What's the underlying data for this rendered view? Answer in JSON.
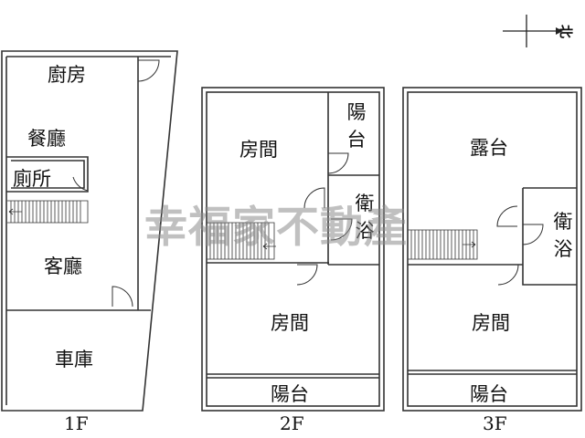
{
  "compass": {
    "label": "北",
    "icon": "north-arrow-icon"
  },
  "watermark": "幸福家不動產",
  "floors": [
    {
      "name": "1F",
      "rooms": {
        "kitchen": "廚房",
        "dining": "餐廳",
        "toilet": "廁所",
        "living": "客廳",
        "garage": "車庫"
      }
    },
    {
      "name": "2F",
      "rooms": {
        "bedroom_top": "房間",
        "balcony_top": "陽台",
        "bathroom": "衛浴",
        "bedroom_bottom": "房間",
        "balcony_bottom": "陽台"
      }
    },
    {
      "name": "3F",
      "rooms": {
        "terrace": "露台",
        "bathroom": "衛浴",
        "bedroom": "房間",
        "balcony": "陽台"
      }
    }
  ],
  "colors": {
    "wall": "#333333",
    "watermark": "#8c8c8c"
  }
}
